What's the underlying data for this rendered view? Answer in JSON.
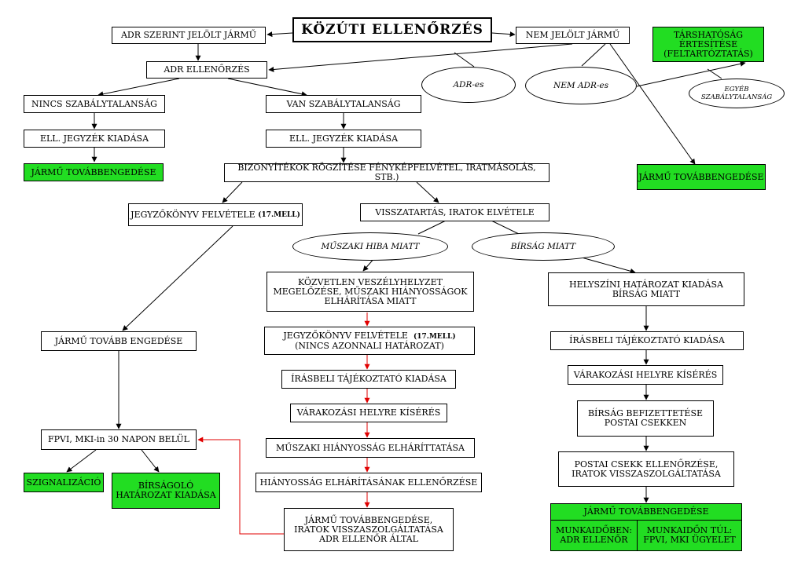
{
  "colors": {
    "green": "#22dd22",
    "red_arrow": "#e00000",
    "black_arrow": "#000000"
  },
  "title": "KÖZÚTI ELLENŐRZÉS",
  "boxes": {
    "adr_szerint": "ADR SZERINT JELÖLT JÁRMŰ",
    "nem_jelolt": "NEM JELÖLT JÁRMŰ",
    "tarshatosag": "TÁRSHATÓSÁG ÉRTESÍTÉSE\n(FELTARTÓZTATÁS)",
    "adr_ellenorzes": "ADR ELLENŐRZÉS",
    "nincs_szab": "NINCS SZABÁLYTALANSÁG",
    "van_szab": "VAN SZABÁLYTALANSÁG",
    "ell_jegyzek_1": "ELL. JEGYZÉK KIADÁSA",
    "ell_jegyzek_2": "ELL. JEGYZÉK KIADÁSA",
    "jarmu_tovabb_1": "JÁRMŰ TOVÁBBENGEDÉSE",
    "jarmu_tovabb_right": "JÁRMŰ TOVÁBBENGEDÉSE",
    "bizonyitekok": "BIZONYÍTÉKOK RÖGZÍTÉSE FÉNYKÉPFELVÉTEL, IRATMÁSOLÁS, STB.)",
    "jegyzokonyv_1": "JEGYZŐKÖNYV FELVÉTELE",
    "jegyzokonyv_1_ref": "(17.MELL)",
    "visszatartas": "VISSZATARTÁS, IRATOK ELVÉTELE",
    "kozvetlen": "KÖZVETLEN VESZÉLYHELYZET\nMEGELŐZÉSE, MŰSZAKI HIÁNYOSSÁGOK\nELHÁRÍTÁSA MIATT",
    "helyszini": "HELYSZÍNI HATÁROZAT KIADÁSA\nBÍRSÁG MIATT",
    "jarmu_tovabb_engedese": "JÁRMŰ TOVÁBB ENGEDÉSE",
    "jegyzokonyv_2": "JEGYZŐKÖNYV FELVÉTELE",
    "jegyzokonyv_2_ref": "(17.MELL)",
    "jegyzokonyv_2_sub": "(NINCS AZONNALI HATÁROZAT)",
    "irasbeli_1": "ÍRÁSBELI TÁJÉKOZTATÓ KIADÁSA",
    "irasbeli_2": "ÍRÁSBELI TÁJÉKOZTATÓ KIADÁSA",
    "varakozasi_1": "VÁRAKOZÁSI HELYRE KÍSÉRÉS",
    "varakozasi_2": "VÁRAKOZÁSI HELYRE KÍSÉRÉS",
    "birsag_befizettetese": "BÍRSÁG BEFIZETTETÉSE\nPOSTAI CSEKKEN",
    "fpvi": "FPVI, MKI-in 30 NAPON BELÜL",
    "muszaki_elharitas": "MŰSZAKI HIÁNYOSSÁG ELHÁRÍTTATÁSA",
    "postai_csekk": "POSTAI CSEKK ELLENŐRZÉSE,\nIRATOK VISSZASZOLGÁLTATÁSA",
    "szignalizacio": "SZIGNALIZÁCIÓ",
    "birsagolo": "BÍRSÁGOLÓ\nHATÁROZAT KIADÁSA",
    "hianyossag_ell": "HIÁNYOSSÁG ELHÁRÍTÁSÁNAK ELLENŐRZÉSE",
    "jarmu_tovabb_final": "JÁRMŰ TOVÁBBENGEDÉSE,\nIRATOK VISSZASZOLGÁLTATÁSA\nADR ELLENŐR ÁLTAL",
    "jarmu_tovabb_green": "JÁRMŰ TOVÁBBENGEDÉSE",
    "munkaidoben": "MUNKAIDŐBEN:\nADR ELLENŐR",
    "munkaidon_tul": "MUNKAIDŐN TÚL:\nFPVI, MKI  ÜGYELET"
  },
  "ellipses": {
    "adr_es": "ADR-es",
    "nem_adr_es": "NEM ADR-es",
    "egyeb": "EGYÉB\nSZABÁLYTALANSÁG",
    "muszaki_hiba": "MŰSZAKI HIBA MIATT",
    "birsag_miatt": "BÍRSÁG MIATT"
  }
}
